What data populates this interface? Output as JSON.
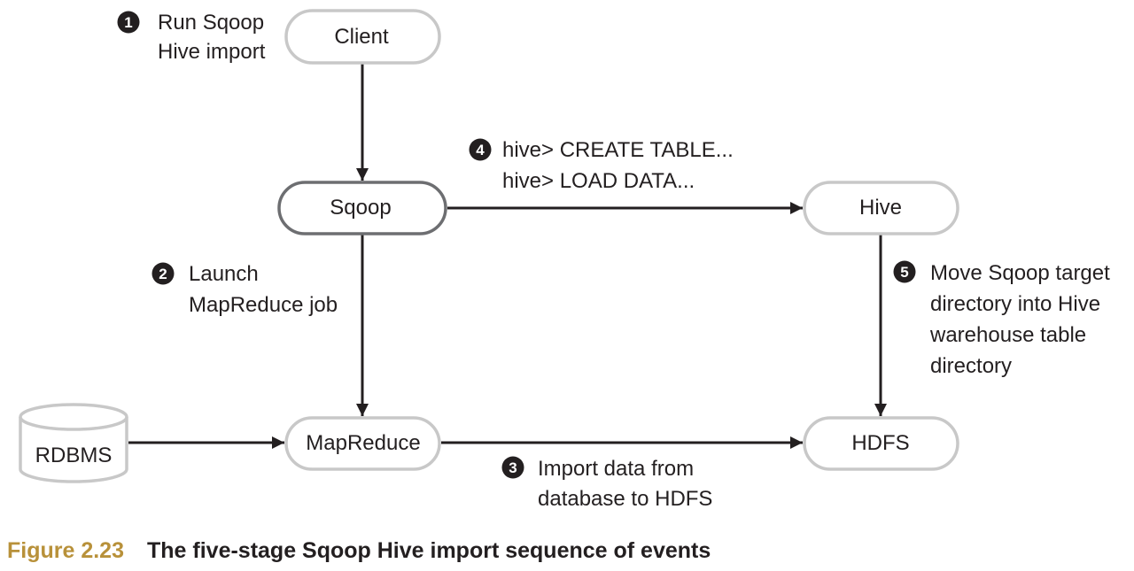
{
  "nodes": {
    "client": "Client",
    "sqoop": "Sqoop",
    "hive": "Hive",
    "mapreduce": "MapReduce",
    "hdfs": "HDFS",
    "rdbms": "RDBMS"
  },
  "steps": [
    {
      "number": "1",
      "lines": [
        "Run Sqoop",
        "Hive import"
      ]
    },
    {
      "number": "2",
      "lines": [
        "Launch",
        "MapReduce job"
      ]
    },
    {
      "number": "3",
      "lines": [
        "Import data from",
        "database to HDFS"
      ]
    },
    {
      "number": "4",
      "lines": [
        "hive> CREATE TABLE...",
        "hive> LOAD DATA..."
      ]
    },
    {
      "number": "5",
      "lines": [
        "Move Sqoop target",
        "directory into Hive",
        "warehouse table",
        "directory"
      ]
    }
  ],
  "caption": {
    "figure_number": "Figure 2.23",
    "title": "The five-stage Sqoop Hive import sequence of events"
  },
  "colors": {
    "line": "#231f20",
    "node_border": "#c8c8c8",
    "sqoop_border": "#6d6e71",
    "badge": "#231f20",
    "caption_accent": "#b8913a"
  }
}
